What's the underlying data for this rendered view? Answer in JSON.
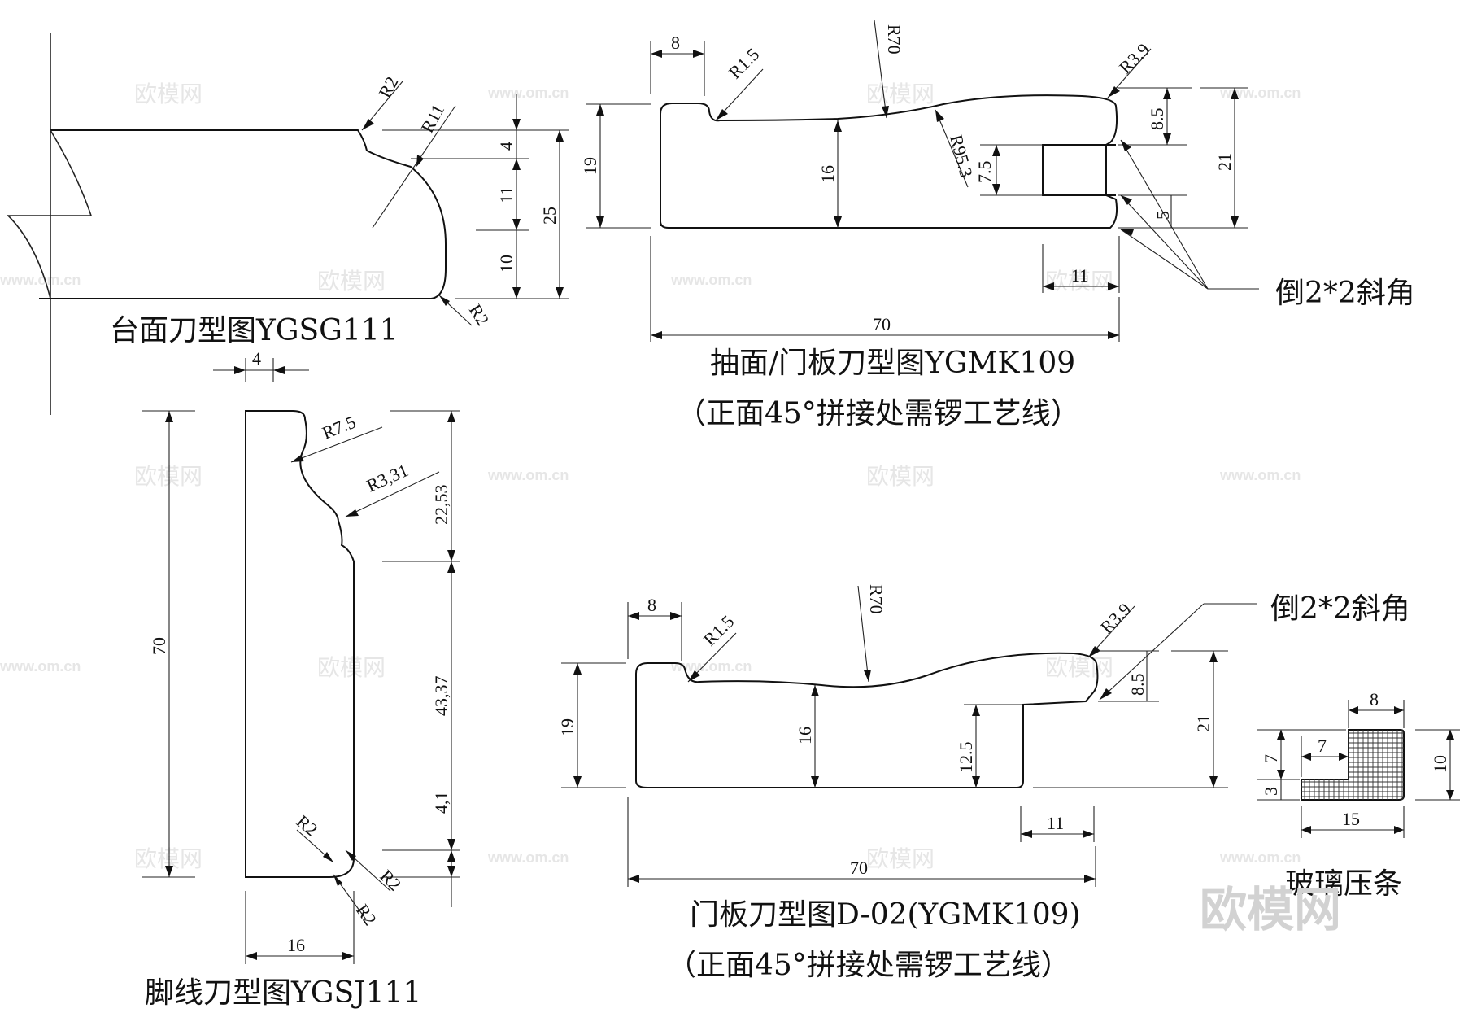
{
  "captions": {
    "countertop": "台面刀型图YGSG111",
    "drawer": "抽面/门板刀型图YGMK109",
    "drawer_note": "（正面45°拼接处需锣工艺线）",
    "skirting": "脚线刀型图YGSJ111",
    "door": "门板刀型图D-02(YGMK109)",
    "door_note": "（正面45°拼接处需锣工艺线）",
    "glass_strip": "玻璃压条"
  },
  "notes": {
    "chamfer_1": "倒2*2斜角",
    "chamfer_2": "倒2*2斜角"
  },
  "watermark": {
    "text": "欧模网",
    "url": "www.om.cn",
    "logo": "欧模网"
  },
  "countertop_dims": {
    "r2_top": "R2",
    "r11": "R11",
    "r2_bottom": "R2",
    "d4": "4",
    "d11": "11",
    "d10": "10",
    "d25": "25",
    "d4_bottom": "4"
  },
  "drawer_dims": {
    "d8": "8",
    "r1_5": "R1.5",
    "r70": "R70",
    "r3_9": "R3.9",
    "d19": "19",
    "d16": "16",
    "r95_3": "R95.3",
    "d7_5": "7.5",
    "d8_5": "8.5",
    "d21": "21",
    "d5": "5",
    "d11": "11",
    "d70": "70"
  },
  "skirting_dims": {
    "d70": "70",
    "r7_5": "R7.5",
    "r3_31": "R3,31",
    "d22_53": "22,53",
    "d43_37": "43,37",
    "d4_1": "4,1",
    "r2_a": "R2",
    "r2_b": "R2",
    "r2_c": "R2",
    "d16": "16"
  },
  "door_dims": {
    "d8": "8",
    "r1_5": "R1.5",
    "r70": "R70",
    "r3_9": "R3.9",
    "d19": "19",
    "d16": "16",
    "d12_5": "12.5",
    "d8_5": "8.5",
    "d21": "21",
    "d11": "11",
    "d70": "70"
  },
  "glass_dims": {
    "d8": "8",
    "d7": "7",
    "d7_left": "7",
    "d3": "3",
    "d10": "10",
    "d15": "15"
  }
}
